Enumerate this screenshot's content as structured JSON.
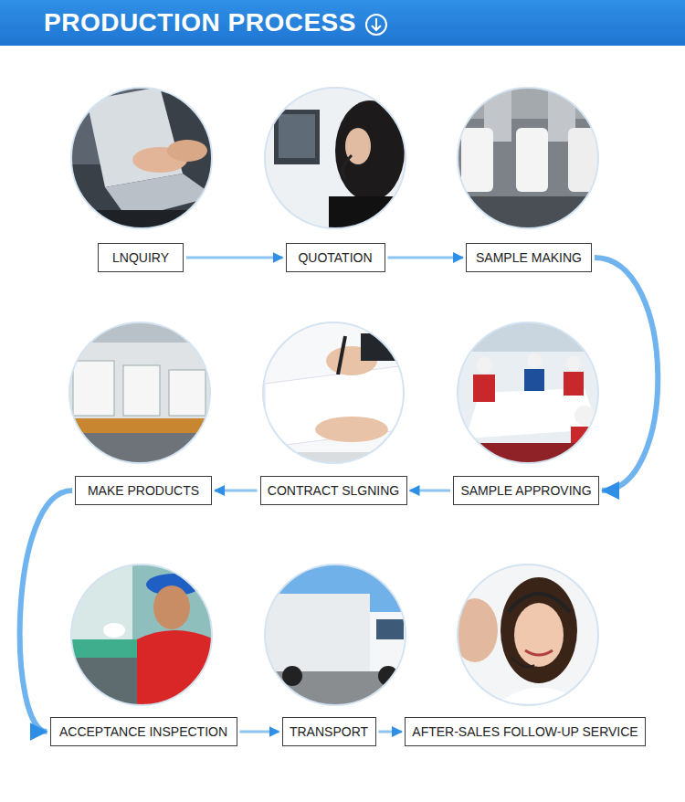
{
  "diagram": {
    "title": "PRODUCTION PROCESS",
    "nodes": [
      {
        "text": [
          "LNQUIRY"
        ]
      },
      {
        "text": [
          "QUOTATION"
        ]
      },
      {
        "text": [
          "SAMPLE MAKING"
        ]
      },
      {
        "text": [
          "MAKE PRODUCTS"
        ]
      },
      {
        "text": [
          "CONTRACT SLGNING"
        ]
      },
      {
        "text": [
          "SAMPLE APPROVING"
        ]
      },
      {
        "text": [
          "ACCEPTANCE INSPECTION"
        ]
      },
      {
        "text": [
          "TRANSPORT"
        ]
      },
      {
        "text": [
          "AFTER-SALES FOLLOW-UP SERVICE"
        ]
      }
    ],
    "edges": [
      {
        "from": 0,
        "to": 1,
        "arrow": "to"
      },
      {
        "from": 1,
        "to": 2,
        "arrow": "to"
      },
      {
        "from": 2,
        "to": 5,
        "arrow": "to"
      },
      {
        "from": 5,
        "to": 4,
        "arrow": "to"
      },
      {
        "from": 4,
        "to": 3,
        "arrow": "to"
      },
      {
        "from": 3,
        "to": 6,
        "arrow": "to"
      },
      {
        "from": 6,
        "to": 7,
        "arrow": "to"
      },
      {
        "from": 7,
        "to": 8,
        "arrow": "to"
      }
    ]
  }
}
